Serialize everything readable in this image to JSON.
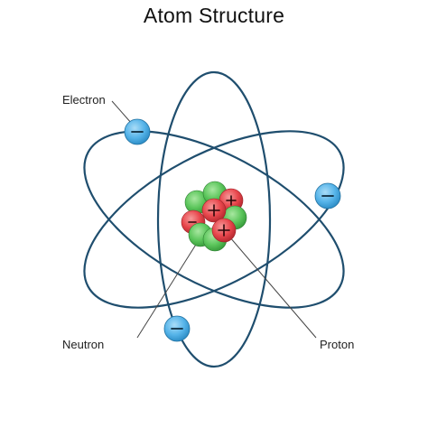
{
  "title": "Atom Structure",
  "labels": {
    "electron": "Electron",
    "neutron": "Neutron",
    "proton": "Proton"
  },
  "symbols": {
    "electron_charge": "−",
    "proton_charge": "+"
  },
  "colors": {
    "orbit": "#1f4e6e",
    "electron_fill": "#56b4e9",
    "neutron_fill": "#5cc65c",
    "proton_fill": "#e8464c",
    "leader_line": "#444444"
  }
}
